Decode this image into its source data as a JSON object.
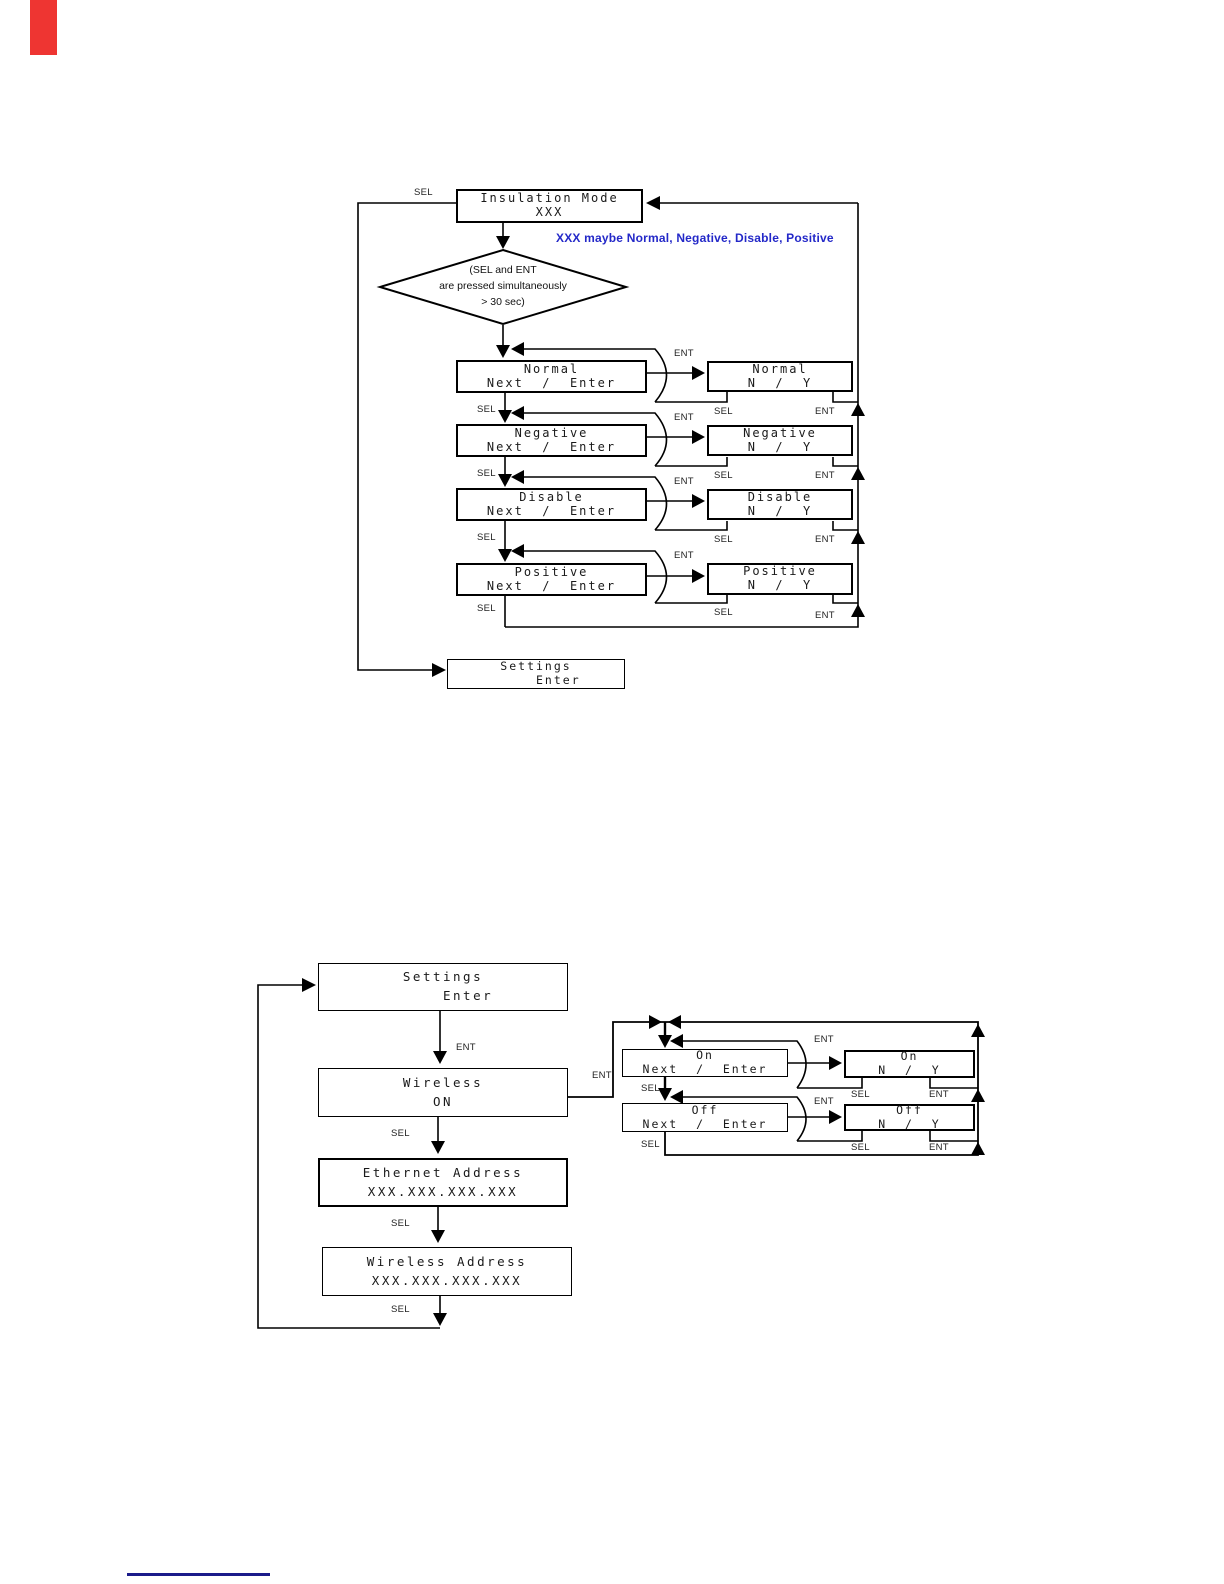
{
  "labels": {
    "sel": "SEL",
    "ent": "ENT"
  },
  "accents": {
    "marker_red": "#ee3532",
    "footer_blue": "#1b1b8a",
    "note_blue": "#2328c8"
  },
  "insulation": {
    "title": {
      "l1": "Insulation Mode",
      "l2": "XXX"
    },
    "note": "XXX maybe Normal, Negative, Disable, Positive",
    "decision": {
      "l1": "(SEL and ENT",
      "l2": "are pressed simultaneously",
      "l3": "> 30 sec)"
    },
    "options": [
      {
        "name": "Normal",
        "select_l2": "Next  /  Enter",
        "confirm_l2": "N  /  Y"
      },
      {
        "name": "Negative",
        "select_l2": "Next  /  Enter",
        "confirm_l2": "N  /  Y"
      },
      {
        "name": "Disable",
        "select_l2": "Next  /  Enter",
        "confirm_l2": "N  /  Y"
      },
      {
        "name": "Positive",
        "select_l2": "Next  /  Enter",
        "confirm_l2": "N  /  Y"
      }
    ],
    "settings": {
      "l1": "Settings",
      "l2": "Enter"
    }
  },
  "settings_menu": {
    "settings": {
      "l1": "Settings",
      "l2": "Enter"
    },
    "wireless": {
      "l1": "Wireless",
      "l2": "ON"
    },
    "ethernet": {
      "l1": "Ethernet Address",
      "l2": "XXX.XXX.XXX.XXX"
    },
    "wireless_address": {
      "l1": "Wireless Address",
      "l2": "XXX.XXX.XXX.XXX"
    },
    "options": [
      {
        "name": "On",
        "select_l2": "Next  /  Enter",
        "confirm_l2": "N  /  Y"
      },
      {
        "name": "Off",
        "select_l2": "Next  /  Enter",
        "confirm_l2": "N  /  Y"
      }
    ]
  }
}
